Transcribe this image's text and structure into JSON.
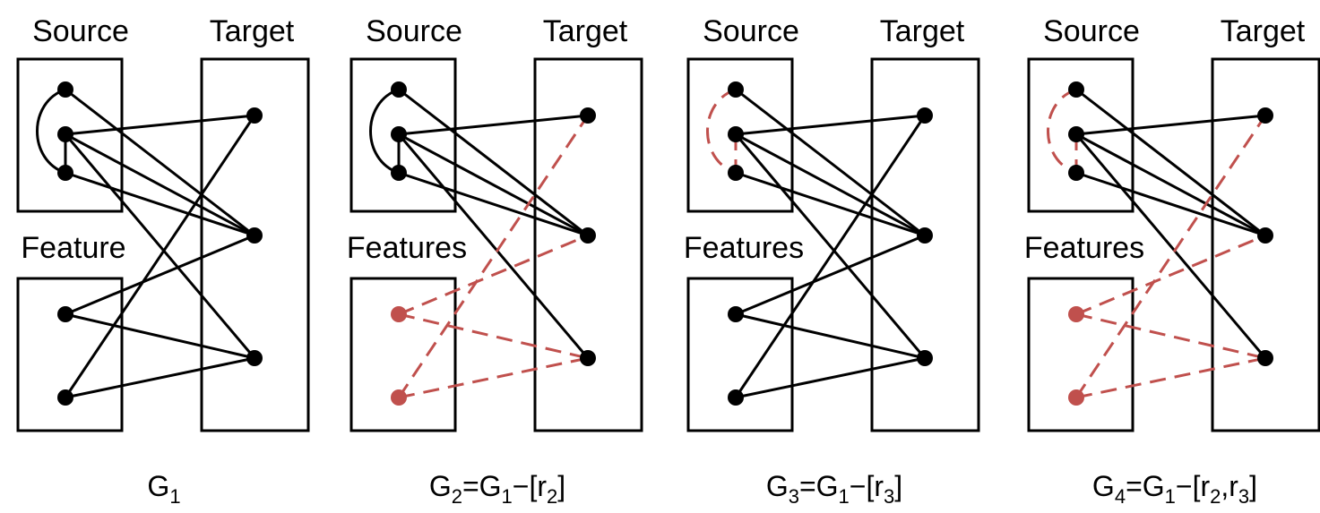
{
  "colors": {
    "normal": "#000000",
    "removed": "#c0504d"
  },
  "panels": [
    {
      "source_label": "Source",
      "target_label": "Target",
      "feature_label": "Feature",
      "caption": [
        {
          "t": "G"
        },
        {
          "t": "1",
          "sub": true
        }
      ],
      "removed_relations": []
    },
    {
      "source_label": "Source",
      "target_label": "Target",
      "feature_label": "Features",
      "caption": [
        {
          "t": "G"
        },
        {
          "t": "2",
          "sub": true
        },
        {
          "t": "=G"
        },
        {
          "t": "1",
          "sub": true
        },
        {
          "t": "−[r"
        },
        {
          "t": "2",
          "sub": true
        },
        {
          "t": "]"
        }
      ],
      "removed_relations": [
        "r2"
      ]
    },
    {
      "source_label": "Source",
      "target_label": "Target",
      "feature_label": "Features",
      "caption": [
        {
          "t": "G"
        },
        {
          "t": "3",
          "sub": true
        },
        {
          "t": "=G"
        },
        {
          "t": "1",
          "sub": true
        },
        {
          "t": "−[r"
        },
        {
          "t": "3",
          "sub": true
        },
        {
          "t": "]"
        }
      ],
      "removed_relations": [
        "r3"
      ]
    },
    {
      "source_label": "Source",
      "target_label": "Target",
      "feature_label": "Features",
      "caption": [
        {
          "t": "G"
        },
        {
          "t": "4",
          "sub": true
        },
        {
          "t": "=G"
        },
        {
          "t": "1",
          "sub": true
        },
        {
          "t": "−[r"
        },
        {
          "t": "2",
          "sub": true
        },
        {
          "t": ",r"
        },
        {
          "t": "3",
          "sub": true
        },
        {
          "t": "]"
        }
      ],
      "removed_relations": [
        "r2",
        "r3"
      ]
    }
  ],
  "graph": {
    "nodes": [
      {
        "id": "s1",
        "group": "source"
      },
      {
        "id": "s2",
        "group": "source"
      },
      {
        "id": "s3",
        "group": "source"
      },
      {
        "id": "f1",
        "group": "feature",
        "relation": "r2"
      },
      {
        "id": "f2",
        "group": "feature",
        "relation": "r2"
      },
      {
        "id": "t1",
        "group": "target"
      },
      {
        "id": "t2",
        "group": "target"
      },
      {
        "id": "t3",
        "group": "target"
      }
    ],
    "edges": [
      {
        "from": "s1",
        "to": "s3",
        "shape": "arc",
        "relation": "r3"
      },
      {
        "from": "s2",
        "to": "s3",
        "relation": "r3"
      },
      {
        "from": "s1",
        "to": "t2"
      },
      {
        "from": "s2",
        "to": "t1"
      },
      {
        "from": "s2",
        "to": "t2"
      },
      {
        "from": "s2",
        "to": "t3"
      },
      {
        "from": "s3",
        "to": "t2"
      },
      {
        "from": "f1",
        "to": "t2",
        "relation": "r2"
      },
      {
        "from": "f1",
        "to": "t3",
        "relation": "r2"
      },
      {
        "from": "f2",
        "to": "t1",
        "relation": "r2"
      },
      {
        "from": "f2",
        "to": "t3",
        "relation": "r2"
      }
    ]
  }
}
